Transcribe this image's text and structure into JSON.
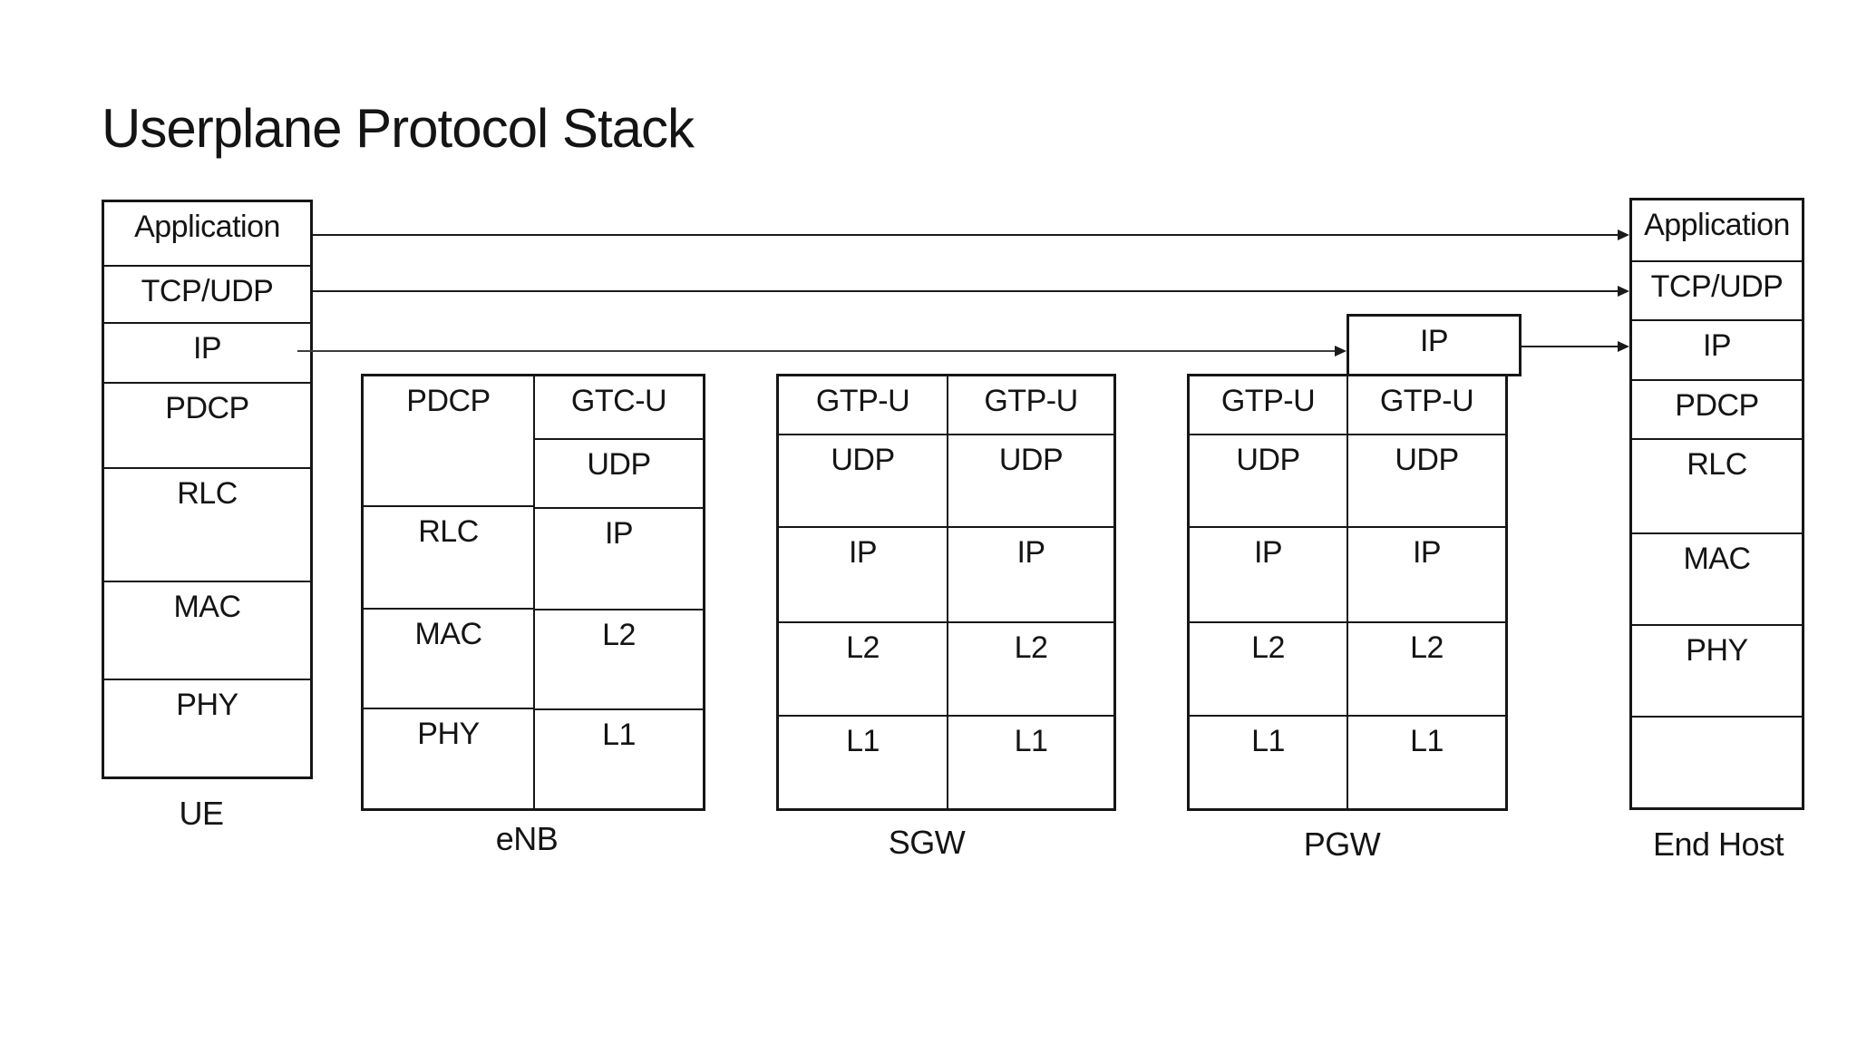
{
  "title": "Userplane Protocol Stack",
  "colors": {
    "ink": "#1a1a1a",
    "background": "#ffffff"
  },
  "stacks": [
    {
      "id": "ue",
      "label": "UE",
      "columns": [
        {
          "cells": [
            "Application",
            "TCP/UDP",
            "IP",
            "PDCP",
            "RLC",
            "MAC",
            "PHY"
          ]
        }
      ]
    },
    {
      "id": "enb",
      "label": "eNB",
      "columns": [
        {
          "cells": [
            "PDCP",
            "RLC",
            "MAC",
            "PHY"
          ]
        },
        {
          "cells": [
            "GTC-U",
            "UDP",
            "IP",
            "L2",
            "L1"
          ]
        }
      ]
    },
    {
      "id": "sgw",
      "label": "SGW",
      "columns": [
        {
          "cells": [
            "GTP-U",
            "UDP",
            "IP",
            "L2",
            "L1"
          ]
        },
        {
          "cells": [
            "GTP-U",
            "UDP",
            "IP",
            "L2",
            "L1"
          ]
        }
      ]
    },
    {
      "id": "pgw",
      "label": "PGW",
      "top_box": "IP",
      "columns": [
        {
          "cells": [
            "GTP-U",
            "UDP",
            "IP",
            "L2",
            "L1"
          ]
        },
        {
          "cells": [
            "GTP-U",
            "UDP",
            "IP",
            "L2",
            "L1"
          ]
        }
      ]
    },
    {
      "id": "endhost",
      "label": "End Host",
      "columns": [
        {
          "cells": [
            "Application",
            "TCP/UDP",
            "IP",
            "PDCP",
            "RLC",
            "MAC",
            "PHY",
            ""
          ]
        }
      ]
    }
  ],
  "connections": [
    {
      "layer": "Application",
      "from": "UE Application",
      "to": "End Host Application"
    },
    {
      "layer": "TCP/UDP",
      "from": "UE TCP/UDP",
      "to": "End Host TCP/UDP"
    },
    {
      "layer": "IP",
      "from": "UE IP",
      "to": "PGW IP"
    },
    {
      "layer": "IP",
      "from": "PGW IP",
      "to": "End Host IP"
    }
  ]
}
